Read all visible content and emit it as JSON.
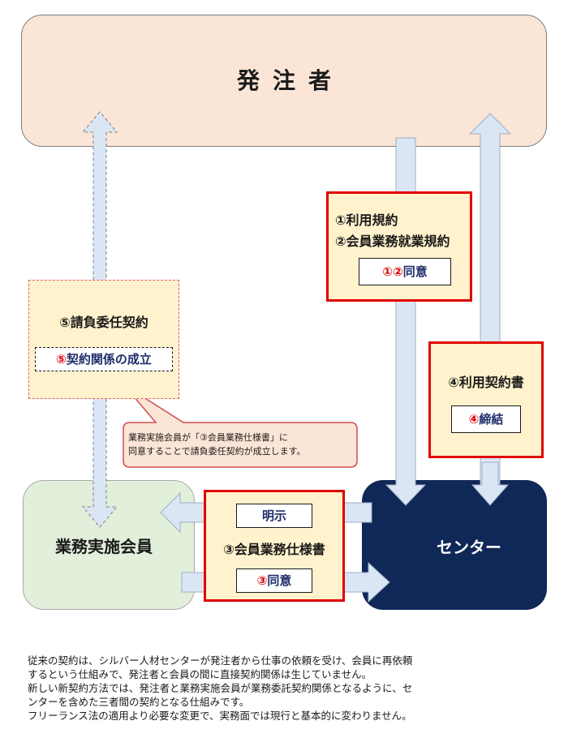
{
  "top": {
    "title": "発注者"
  },
  "member": {
    "label": "業務実施会員"
  },
  "center": {
    "label": "センター"
  },
  "rules": {
    "line1": "①利用規約",
    "line2": "②会員業務就業規約",
    "agree_num": "①②",
    "agree_word": "同意"
  },
  "contract": {
    "line": "④利用契約書",
    "conclude_num": "④",
    "conclude_word": "締結"
  },
  "spec": {
    "clarify": "明示",
    "line": "③会員業務仕様書",
    "agree_num": "③",
    "agree_word": "同意"
  },
  "contract5": {
    "line": "⑤請負委任契約",
    "established_num": "⑤",
    "established_word": "契約関係の成立"
  },
  "callout": {
    "line1": "業務実施会員が「③会員業務仕様書」に",
    "line2": "同意することで請負委任契約が成立します。"
  },
  "footnote": {
    "line1": "従来の契約は、シルバー人材センターが発注者から仕事の依頼を受け、会員に再依頼",
    "line2": "するという仕組みで、発注者と会員の間に直接契約関係は生じていません。",
    "line3": "新しい新契約方法では、発注者と業務実施会員が業務委託契約関係となるように、セ",
    "line4": "ンターを含めた三者間の契約となる仕組みです。",
    "line5": "フリーランス法の適用より必要な変更で、実務面では現行と基本的に変わりません。"
  },
  "colors": {
    "top_fill": "#fbe5d6",
    "member_fill": "#e2efda",
    "center_fill": "#102857",
    "box_fill": "#fff2cc",
    "accent_red": "#e00000",
    "arrow_fill": "#dae6f4"
  }
}
